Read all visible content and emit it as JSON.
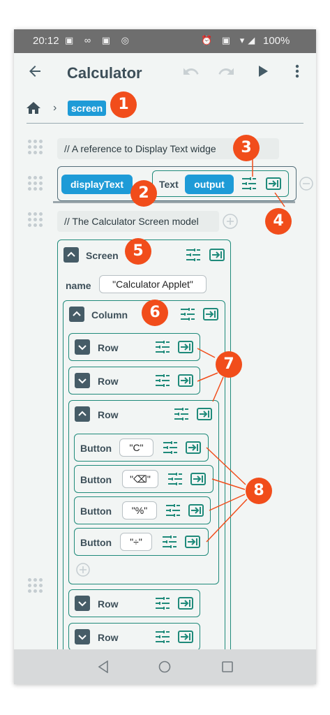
{
  "status_bar": {
    "time": "20:12",
    "battery": "100%"
  },
  "app_bar": {
    "title": "Calculator"
  },
  "breadcrumb": {
    "current": "screen"
  },
  "comments": {
    "first": "// A reference to Display Text widge",
    "second": "// The Calculator Screen model"
  },
  "display_ref": {
    "name": "displayText",
    "widget": "Text",
    "param": "output"
  },
  "screen_block": {
    "label": "Screen",
    "name_label": "name",
    "name_value": "\"Calculator Applet\""
  },
  "column_block": {
    "label": "Column"
  },
  "rows": {
    "row1": "Row",
    "row2": "Row",
    "row3": "Row",
    "row4": "Row",
    "row5": "Row"
  },
  "buttons": [
    {
      "label": "Button",
      "value": "\"C\""
    },
    {
      "label": "Button",
      "value": "\"⌫\""
    },
    {
      "label": "Button",
      "value": "\"%\""
    },
    {
      "label": "Button",
      "value": "\"÷\""
    }
  ],
  "callouts": [
    "1",
    "2",
    "3",
    "4",
    "5",
    "6",
    "7",
    "8"
  ],
  "colors": {
    "accent_blue": "#1e9bd7",
    "callout_orange": "#f14d1b",
    "frame_teal": "#1f8a7a",
    "status_gray": "#6e6e6e"
  },
  "icons": [
    "back-arrow-icon",
    "undo-icon",
    "redo-icon",
    "play-icon",
    "more-vert-icon",
    "home-icon",
    "drag-handle-icon",
    "tune-icon",
    "exit-to-box-icon",
    "expand-less-icon",
    "expand-more-icon",
    "add-circle-icon",
    "nav-back-icon",
    "nav-home-icon",
    "nav-recents-icon"
  ]
}
